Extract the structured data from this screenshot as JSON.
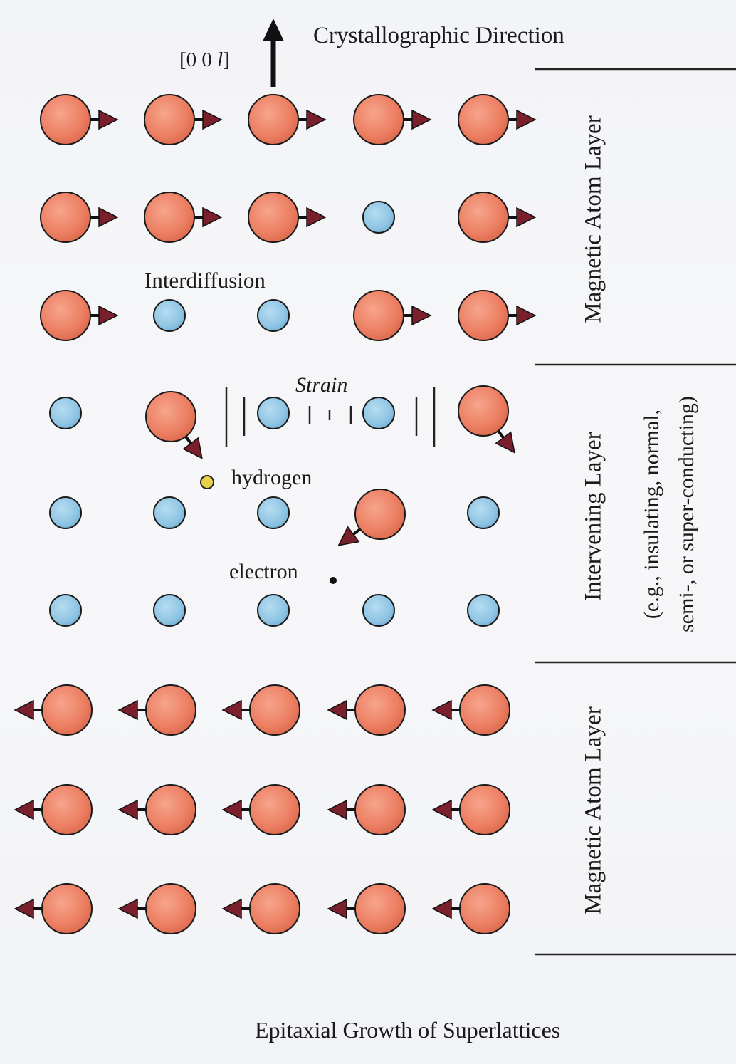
{
  "header": {
    "title": "Crystallographic Direction",
    "direction_label_prefix": "[0 0 ",
    "direction_label_index": "l",
    "direction_label_suffix": "]"
  },
  "labels": {
    "interdiffusion": "Interdiffusion",
    "strain": "Strain",
    "hydrogen": "hydrogen",
    "electron": "electron"
  },
  "layers": {
    "top": "Magnetic Atom Layer",
    "middle": "Intervening Layer",
    "middle_note_line1": "(e.g., insulating, normal,",
    "middle_note_line2": "semi-, or super-conducting)",
    "bottom": "Magnetic Atom Layer"
  },
  "caption": "Epitaxial Growth of Superlattices",
  "colors": {
    "magnetic_atom": "#ec7e62",
    "nonmagnetic_atom": "#8ec4e3",
    "hydrogen": "#e5d24a",
    "spin_arrow": "#7a1f2c",
    "ink": "#1a1a1a"
  },
  "lattice": {
    "columns": 5,
    "rows": [
      [
        "M:right",
        "M:right",
        "M:right",
        "M:right",
        "M:right"
      ],
      [
        "M:right",
        "M:right",
        "M:right",
        "N",
        "M:right"
      ],
      [
        "M:right",
        "N",
        "N",
        "M:right",
        "M:right"
      ],
      [
        "N",
        "M:down-right",
        "N",
        "N",
        "M:down-right"
      ],
      [
        "N",
        "N",
        "N",
        "M:down-left",
        "N"
      ],
      [
        "N",
        "N",
        "N",
        "N",
        "N"
      ],
      [
        "M:left",
        "M:left",
        "M:left",
        "M:left",
        "M:left"
      ],
      [
        "M:left",
        "M:left",
        "M:left",
        "M:left",
        "M:left"
      ],
      [
        "M:left",
        "M:left",
        "M:left",
        "M:left",
        "M:left"
      ]
    ]
  }
}
